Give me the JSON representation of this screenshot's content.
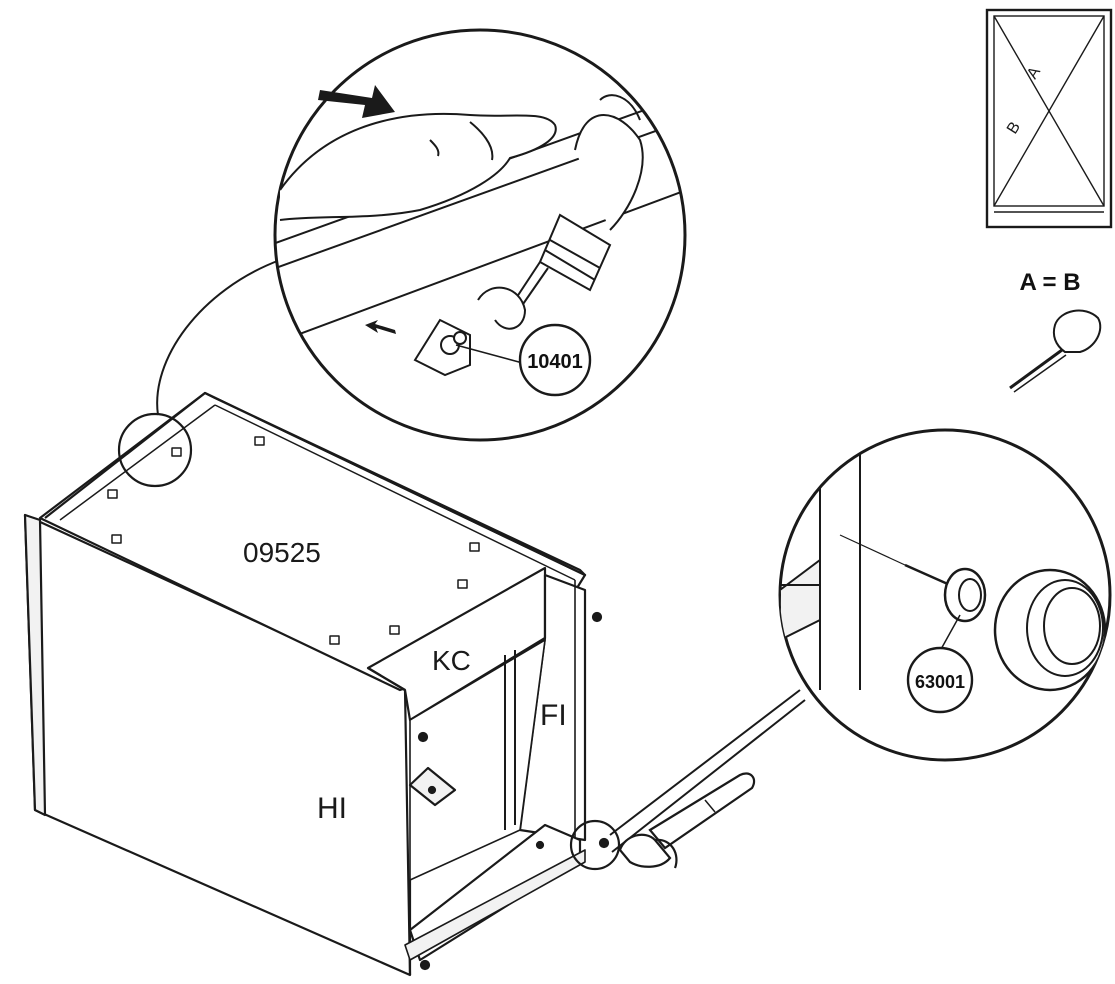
{
  "labels": {
    "top_panel": "09525",
    "kick_panel": "KC",
    "side_panel_right": "FI",
    "side_panel_left": "HI"
  },
  "callouts": {
    "cam_fitting": "10401",
    "glide": "63001"
  },
  "diagonal_check": {
    "diag_a": "A",
    "diag_b": "B",
    "equation": "A = B"
  },
  "icons": [
    "measuring-tape-icon",
    "hammer-icon",
    "screwdriver-icon",
    "hand-icon"
  ],
  "colors": {
    "line": "#1a1a1a",
    "fill": "#ffffff",
    "shade": "#e8e8e8"
  }
}
